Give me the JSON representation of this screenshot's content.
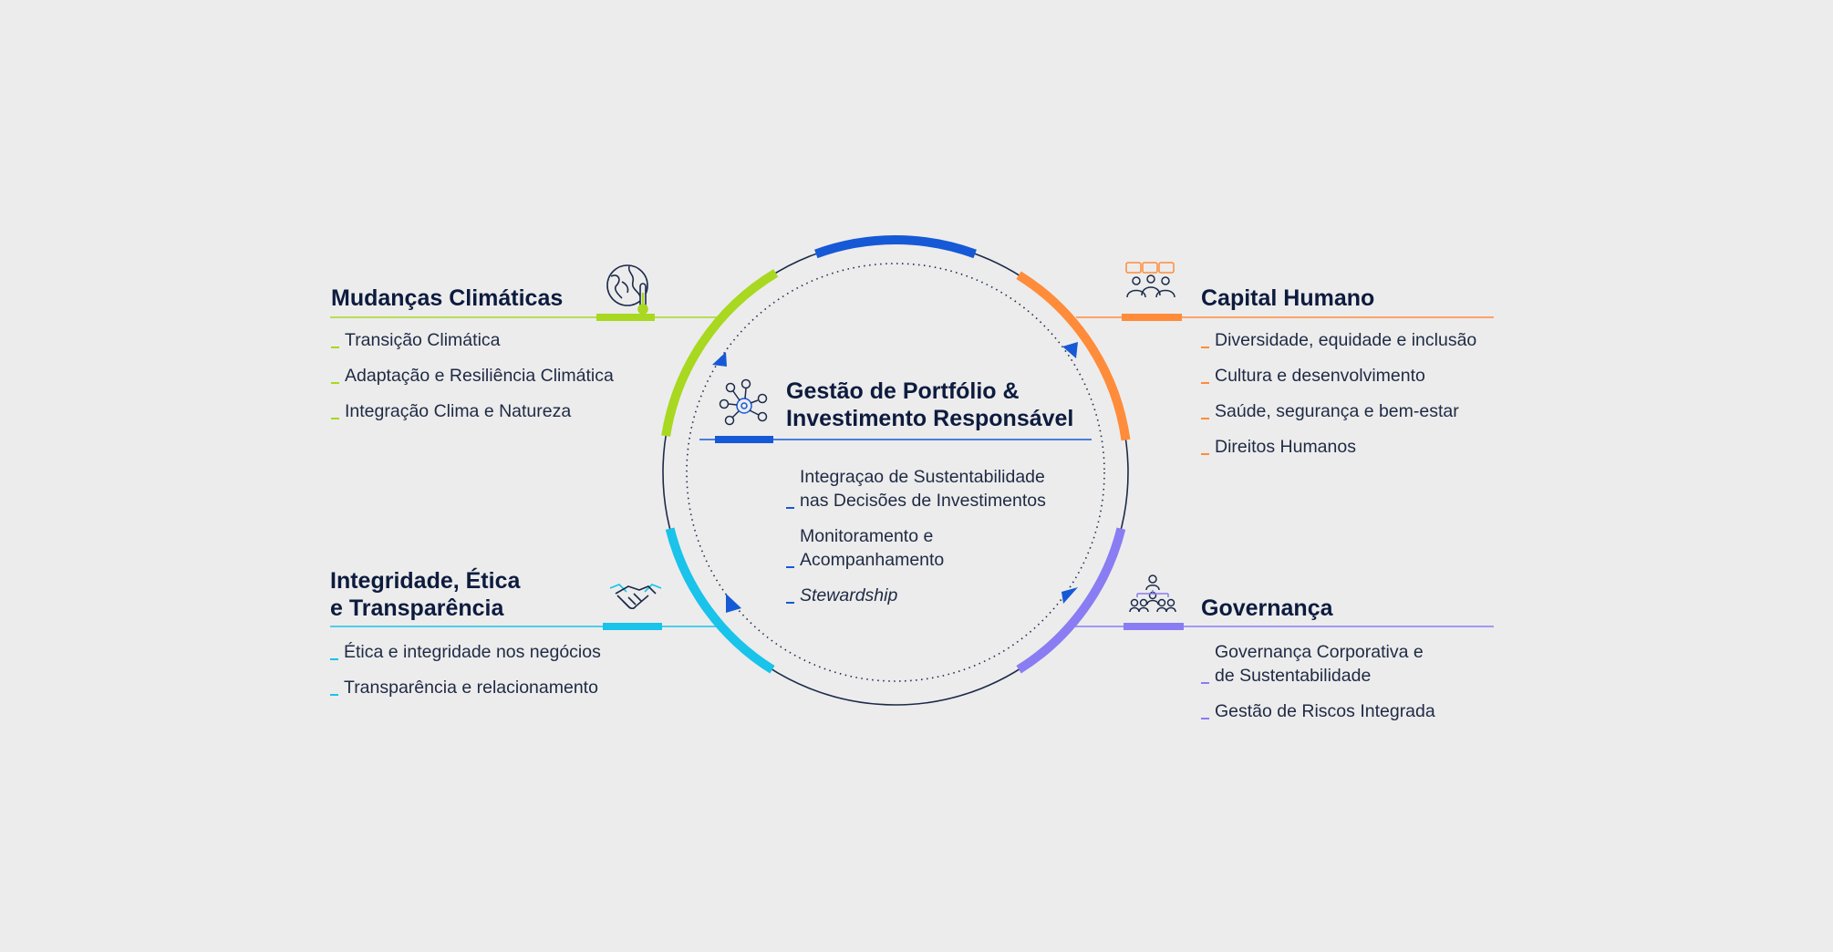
{
  "center": {
    "title_line1": "Gestão de Portfólio &",
    "title_line2": "Investimento Responsável",
    "color": "#1559d6",
    "icon": "network-icon",
    "items": [
      {
        "line1": "Integraçao de Sustentabilidade",
        "line2": "nas Decisões de Investimentos"
      },
      {
        "line1": "Monitoramento e",
        "line2": "Acompanhamento"
      },
      {
        "line1": "Stewardship",
        "line2": ""
      }
    ]
  },
  "pillars": {
    "climate": {
      "title_line1": "Mudanças Climáticas",
      "title_line2": "",
      "color": "#a8d820",
      "icon": "globe-thermometer-icon",
      "items": [
        {
          "line1": "Transição Climática",
          "line2": ""
        },
        {
          "line1": "Adaptação e Resiliência Climática",
          "line2": ""
        },
        {
          "line1": "Integração Clima e Natureza",
          "line2": ""
        }
      ]
    },
    "human": {
      "title_line1": "Capital Humano",
      "title_line2": "",
      "color": "#ff8c3a",
      "icon": "people-chat-icon",
      "items": [
        {
          "line1": "Diversidade, equidade e inclusão",
          "line2": ""
        },
        {
          "line1": "Cultura e desenvolvimento",
          "line2": ""
        },
        {
          "line1": "Saúde, segurança e bem-estar",
          "line2": ""
        },
        {
          "line1": "Direitos Humanos",
          "line2": ""
        }
      ]
    },
    "integrity": {
      "title_line1": "Integridade, Ética",
      "title_line2": "e Transparência",
      "color": "#19c3ea",
      "icon": "handshake-icon",
      "items": [
        {
          "line1": "Ética e integridade nos negócios",
          "line2": ""
        },
        {
          "line1": "Transparência e relacionamento",
          "line2": ""
        }
      ]
    },
    "governance": {
      "title_line1": "Governança",
      "title_line2": "",
      "color": "#8a7cf2",
      "icon": "org-hierarchy-icon",
      "items": [
        {
          "line1": "Governança Corporativa e",
          "line2": "de Sustentabilidade"
        },
        {
          "line1": "Gestão de Riscos Integrada",
          "line2": ""
        }
      ]
    }
  }
}
